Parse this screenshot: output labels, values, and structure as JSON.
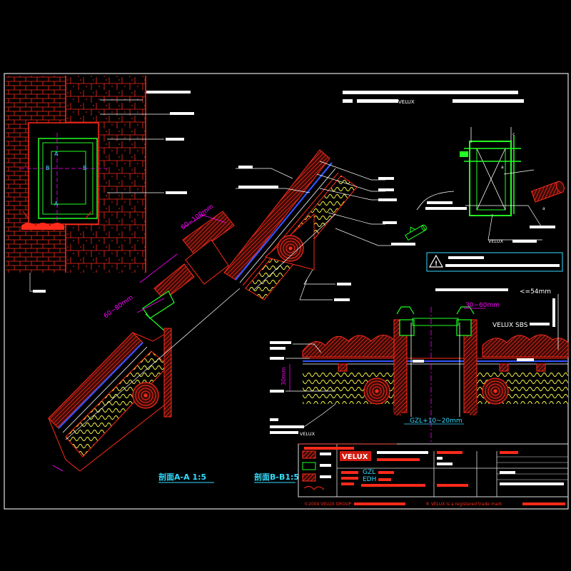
{
  "colors": {
    "background": "#000000",
    "frame": "#e0e0e0",
    "red": "#ff2a1a",
    "magenta": "#ff00ff",
    "green": "#22ff22",
    "yellow": "#ffff44",
    "cyan": "#33ddff",
    "blue": "#3355ff",
    "white": "#ffffff",
    "brick": "#a5281e"
  },
  "labels": {
    "dim_60_100": "60~100mm",
    "dim_60_80": "60~80mm",
    "dim_30_60": "30~60mm",
    "dim_30": "30mm",
    "dim_gzl": "GZL+10~20mm",
    "dim_54": "<=54mm",
    "velux_sbs": "VELUX SBS",
    "velux_brand": "VELUX",
    "section_aa": "剖面A-A  1:5",
    "section_bb": "剖面B-B1:5",
    "marker_a": "A",
    "marker_b": "B",
    "product_gzl": "GZL",
    "product_edh": "EDH",
    "copyright": "©2004 VELUX GROUP",
    "trademark": "® VELUX is a registered trade mark"
  }
}
